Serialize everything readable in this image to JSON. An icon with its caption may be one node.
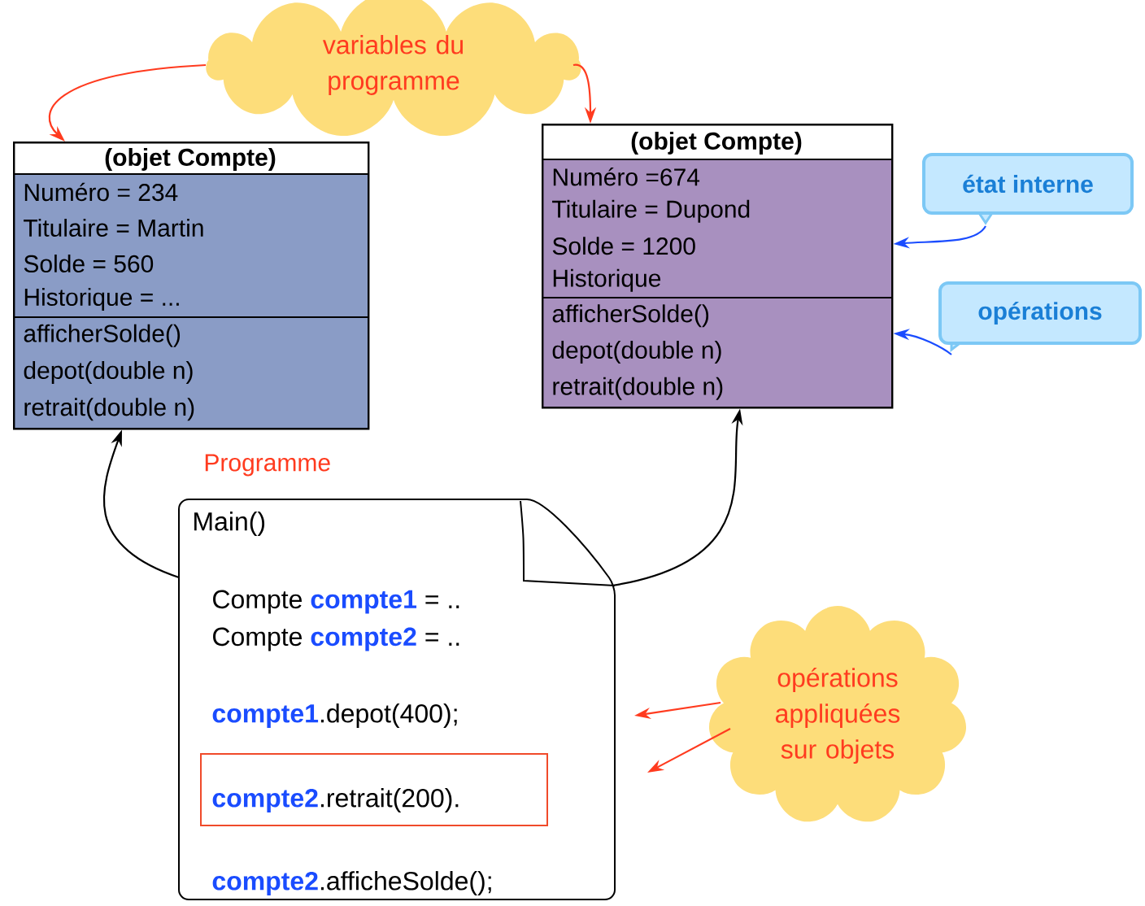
{
  "diagram": {
    "nodes": [
      {
        "text": [
          "variables du programme"
        ]
      },
      {
        "text": [
          "(objet Compte)",
          "Numéro = 234",
          "Titulaire = Martin",
          "Solde = 560",
          "Historique = ...",
          "afficherSolde()",
          "depot(double n)",
          "retrait(double n)"
        ]
      },
      {
        "text": [
          "(objet Compte)",
          "Numéro =674",
          "Titulaire = Dupond",
          "Solde = 1200",
          "Historique",
          "afficherSolde()",
          "depot(double n)",
          "retrait(double n)"
        ]
      },
      {
        "text": [
          "état interne"
        ]
      },
      {
        "text": [
          "opérations"
        ]
      },
      {
        "text": [
          "Main()",
          "Compte **compte1** = ..",
          "Compte **compte2** = ..",
          "**compte1**.depot(400);",
          "**compte2**.afficheSolde();"
        ],
        "beside": [
          "Programme"
        ]
      },
      {
        "text": [
          "**compte2**.retrait(200)."
        ],
        "in": 5
      },
      {
        "text": [
          "opérations appliquées sur objets"
        ]
      }
    ],
    "edges": [
      {
        "from": 0,
        "to": 1,
        "arrow": "to",
        "color": "#ff3b1f"
      },
      {
        "from": 0,
        "to": 2,
        "arrow": "to",
        "color": "#ff3b1f"
      },
      {
        "from": 3,
        "to": 2,
        "arrow": "to",
        "color": "#1a4cff"
      },
      {
        "from": 4,
        "to": 2,
        "arrow": "to",
        "color": "#1a4cff"
      },
      {
        "from": 5,
        "to": 1,
        "arrow": "to",
        "color": "#000000"
      },
      {
        "from": 5,
        "to": 2,
        "arrow": "to",
        "color": "#000000"
      },
      {
        "from": 7,
        "to": null,
        "arrow": "to",
        "color": "#ff3b1f"
      },
      {
        "from": 7,
        "to": null,
        "arrow": "to",
        "color": "#ff3b1f"
      }
    ]
  }
}
